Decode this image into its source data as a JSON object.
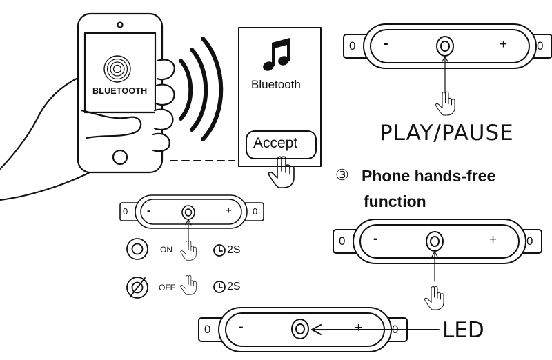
{
  "phone": {
    "screen_label": "BLUETOOTH"
  },
  "popup": {
    "label": "Bluetooth",
    "accept_label": "Accept"
  },
  "play_pause": {
    "label": "PLAY/PAUSE"
  },
  "hands_free": {
    "number": "③",
    "title_line1": "Phone hands-free",
    "title_line2": "function"
  },
  "power": {
    "on_label": "ON",
    "off_label": "OFF",
    "on_duration": "2S",
    "off_duration": "2S"
  },
  "remote": {
    "minus": "-",
    "plus": "+",
    "end_cap": "0"
  },
  "led": {
    "label": "LED"
  },
  "colors": {
    "line": "#111111",
    "background": "#ffffff"
  }
}
